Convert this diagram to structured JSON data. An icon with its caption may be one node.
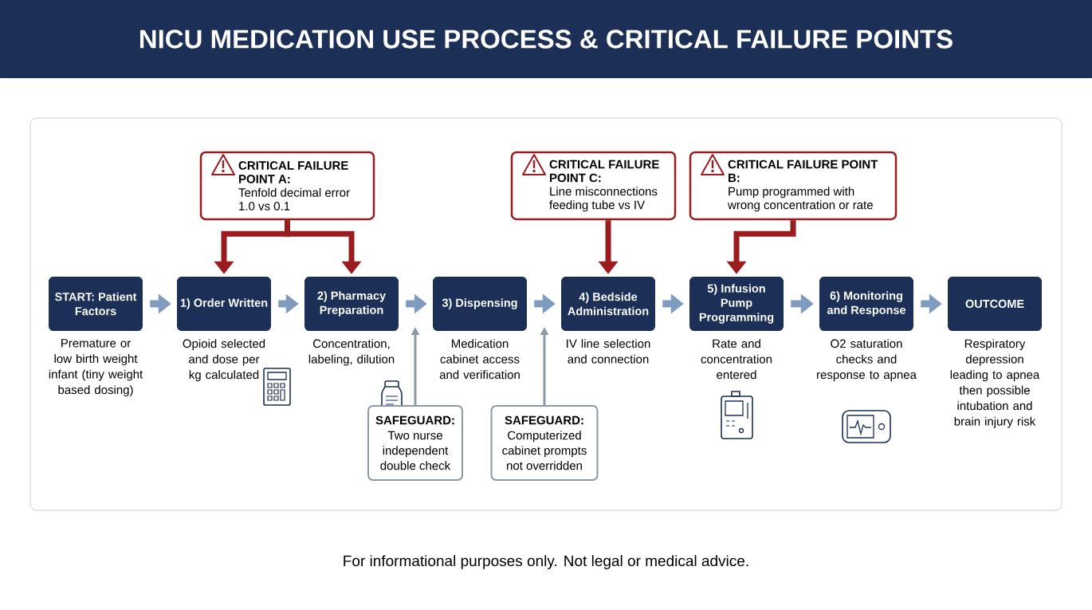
{
  "diagram": {
    "title": "NICU MEDICATION USE PROCESS & CRITICAL FAILURE POINTS",
    "caption": "For informational purposes only. Not legal or medical advice.",
    "nodes": [
      {
        "text": [
          "START: Patient Factors"
        ],
        "beside": [
          "Premature or low birth weight infant (tiny weight based dosing)"
        ]
      },
      {
        "text": [
          "1) Order Written"
        ],
        "beside": [
          "Opioid selected and dose per kg calculated"
        ]
      },
      {
        "text": [
          "2) Pharmacy Preparation"
        ],
        "beside": [
          "Concentration, labeling, dilution"
        ]
      },
      {
        "text": [
          "3) Dispensing"
        ],
        "beside": [
          "Medication cabinet access and verification"
        ]
      },
      {
        "text": [
          "4) Bedside Administration"
        ],
        "beside": [
          "IV line selection and connection"
        ]
      },
      {
        "text": [
          "5) Infusion Pump Programming"
        ],
        "beside": [
          "Rate and concentration entered"
        ]
      },
      {
        "text": [
          "6) Monitoring and Response"
        ],
        "beside": [
          "O2 saturation checks and response to apnea"
        ]
      },
      {
        "text": [
          "OUTCOME"
        ],
        "beside": [
          "Respiratory depression leading to apnea then possible intubation and brain injury risk"
        ]
      },
      {
        "text": [
          "CRITICAL FAILURE POINT A:",
          "Tenfold decimal error 1.0 vs 0.1"
        ]
      },
      {
        "text": [
          "CRITICAL FAILURE POINT C:",
          "Line misconnections feeding tube vs IV"
        ]
      },
      {
        "text": [
          "CRITICAL FAILURE POINT B:",
          "Pump programmed with wrong concentration or rate"
        ]
      },
      {
        "text": [
          "SAFEGUARD:",
          "Two nurse independent double check"
        ]
      },
      {
        "text": [
          "SAFEGUARD:",
          "Computerized cabinet prompts not overridden"
        ]
      }
    ],
    "edges": [
      {
        "from": 0,
        "to": 1,
        "arrow": "to"
      },
      {
        "from": 1,
        "to": 2,
        "arrow": "to"
      },
      {
        "from": 2,
        "to": 3,
        "arrow": "to"
      },
      {
        "from": 3,
        "to": 4,
        "arrow": "to"
      },
      {
        "from": 4,
        "to": 5,
        "arrow": "to"
      },
      {
        "from": 5,
        "to": 6,
        "arrow": "to"
      },
      {
        "from": 6,
        "to": 7,
        "arrow": "to"
      },
      {
        "from": 8,
        "to": 1,
        "arrow": "to",
        "color": "#9b1c1f"
      },
      {
        "from": 8,
        "to": 2,
        "arrow": "to",
        "color": "#9b1c1f"
      },
      {
        "from": 9,
        "to": 4,
        "arrow": "to",
        "color": "#9b1c1f"
      },
      {
        "from": 10,
        "to": 5,
        "arrow": "to",
        "color": "#9b1c1f"
      },
      {
        "from": 11,
        "to": null,
        "arrow": "to",
        "color": "#8c98a5"
      },
      {
        "from": 12,
        "to": null,
        "arrow": "to",
        "color": "#8c98a5"
      }
    ]
  }
}
